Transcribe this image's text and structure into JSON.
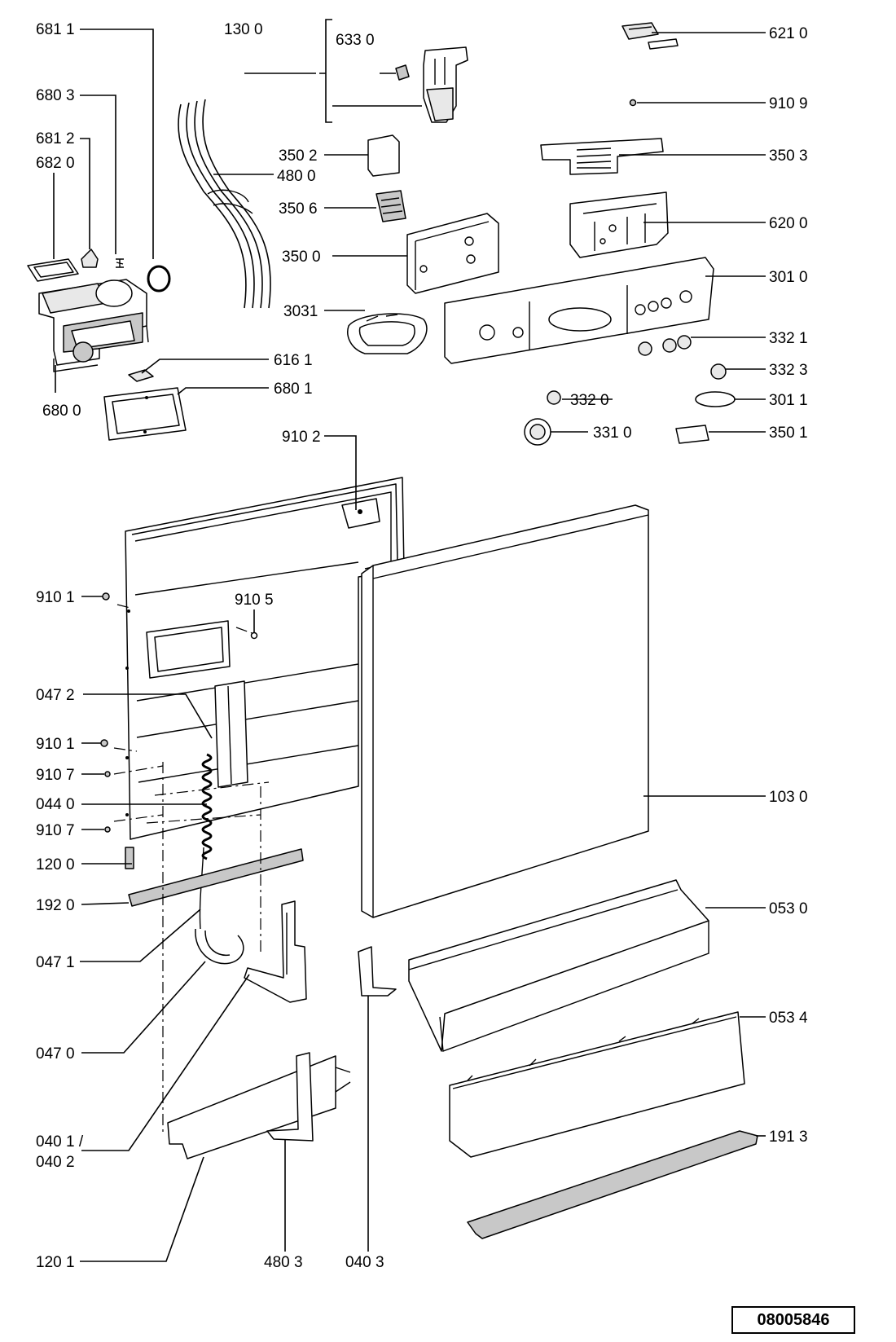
{
  "labels": {
    "p6811": "681 1",
    "p6803": "680 3",
    "p6812": "681 2",
    "p6820": "682 0",
    "p6800": "680 0",
    "p1300": "130 0",
    "p6330": "633 0",
    "p3502": "350 2",
    "p4800": "480 0",
    "p3506": "350 6",
    "p3500": "350 0",
    "p3031": "3031",
    "p6161": "616 1",
    "p6801": "680 1",
    "p6210": "621 0",
    "p9109": "910 9",
    "p3503": "350 3",
    "p6200": "620 0",
    "p3010": "301 0",
    "p3321": "332 1",
    "p3323": "332 3",
    "p3320": "332 0",
    "p3011": "301 1",
    "p3310": "331 0",
    "p3501": "350 1",
    "p9102": "910 2",
    "p9101a": "910 1",
    "p9105": "910 5",
    "p0472": "047 2",
    "p9101b": "910 1",
    "p9107a": "910 7",
    "p0440": "044 0",
    "p9107b": "910 7",
    "p1200": "120 0",
    "p1920": "192 0",
    "p0471": "047 1",
    "p0470": "047 0",
    "p0401": "040 1 /",
    "p0402": "040 2",
    "p1201": "120 1",
    "p4803": "480 3",
    "p0403": "040 3",
    "p1030": "103 0",
    "p0530": "053 0",
    "p0534": "053 4",
    "p1913": "191 3"
  },
  "diagram_code": "08005846"
}
